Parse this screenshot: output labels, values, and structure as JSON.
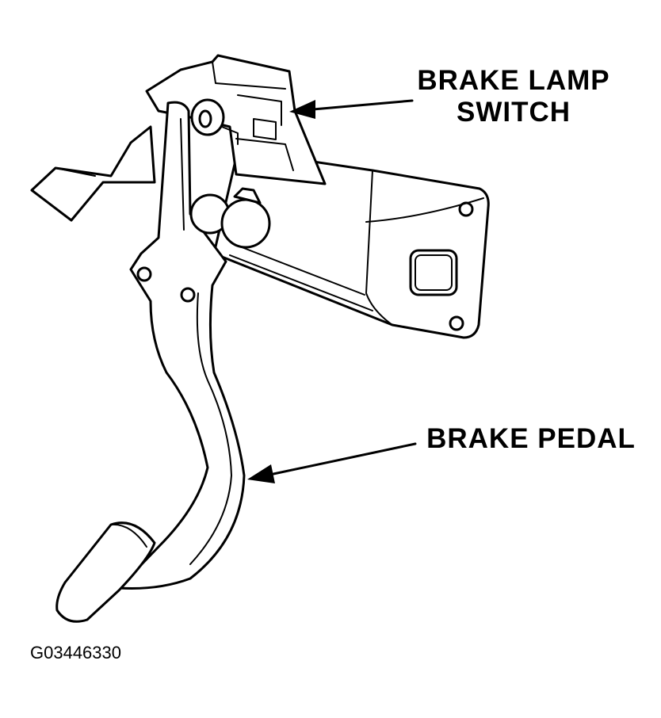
{
  "labels": {
    "brake_lamp_switch_line1": "BRAKE LAMP",
    "brake_lamp_switch_line2": "SWITCH",
    "brake_pedal": "BRAKE PEDAL",
    "figure_id": "G03446330"
  },
  "colors": {
    "ink": "#000000",
    "background": "#ffffff"
  }
}
